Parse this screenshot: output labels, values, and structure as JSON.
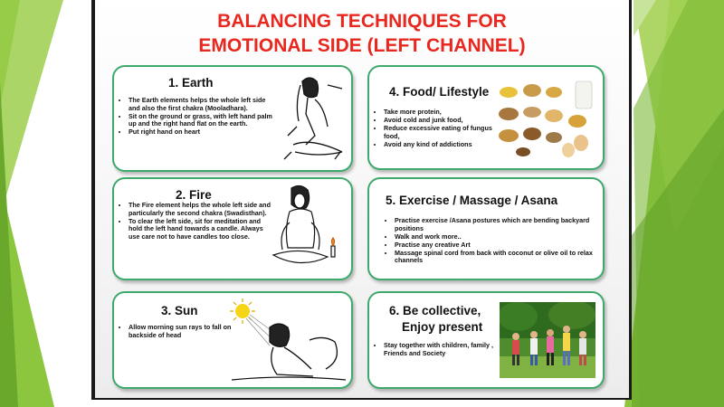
{
  "slide": {
    "title_line1": "BALANCING TECHNIQUES FOR",
    "title_line2": "EMOTIONAL SIDE (LEFT CHANNEL)"
  },
  "cards": [
    {
      "title": "1. Earth",
      "bullets": [
        "The Earth elements helps the whole left side and also the first chakra (Mooladhara).",
        "Sit on the ground or grass, with left hand palm up and the right hand flat on the earth.",
        "Put right hand on heart"
      ],
      "image": "person-sitting-on-ground-illustration"
    },
    {
      "title": "2. Fire",
      "bullets": [
        "The Fire element helps the whole left side and particularly the second chakra (Swadisthan).",
        "To clear the left side, sit for meditation and hold the left hand towards a candle. Always use care not to have candles too close."
      ],
      "image": "person-meditating-with-candle-illustration"
    },
    {
      "title": "3. Sun",
      "bullets": [
        "Allow morning sun rays to fall on backside of head"
      ],
      "image": "person-sitting-in-sun-illustration"
    },
    {
      "title": "4. Food/ Lifestyle",
      "bullets": [
        "Take more protein,",
        "Avoid cold and junk food,",
        "Reduce excessive eating of fungus food,",
        "Avoid any kind of addictions"
      ],
      "image": "healthy-food-photo"
    },
    {
      "title": "5. Exercise / Massage / Asana",
      "bullets": [
        "Practise exercise /Asana postures which are bending backyard positions",
        "Walk and work more..",
        "Practise any creative Art",
        "Massage spinal cord from back with coconut or olive oil to relax channels"
      ],
      "image": ""
    },
    {
      "title_line1": "6. Be collective,",
      "title_line2": "Enjoy present",
      "bullets": [
        "Stay together with children, family , Friends and Society"
      ],
      "image": "children-running-in-park-photo"
    }
  ],
  "colors": {
    "title_red": "#e8281f",
    "card_border": "#3daa6c",
    "deco_green": "#8cc63f"
  }
}
